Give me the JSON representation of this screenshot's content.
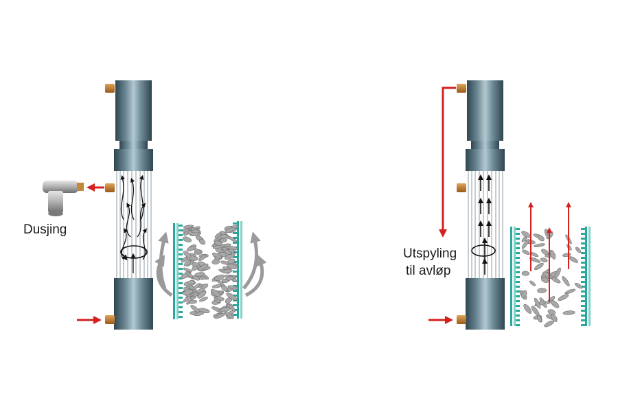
{
  "labels": {
    "shower": "Dusjing",
    "flush_line1": "Utspyling",
    "flush_line2": "til avløp"
  },
  "colors": {
    "arrow_red": "#d42020",
    "pipe_dark": "#3f5863",
    "pipe_light": "#9fb6c0",
    "fitting_orange": "#c07a2a",
    "membrane_teal": "#2aa79b",
    "particle_gray": "#a8a8a8",
    "flow_gray": "#9a9a9a"
  },
  "icons": {
    "shower_nozzle": "shower-nozzle-icon",
    "rotation": "rotation-icon"
  }
}
